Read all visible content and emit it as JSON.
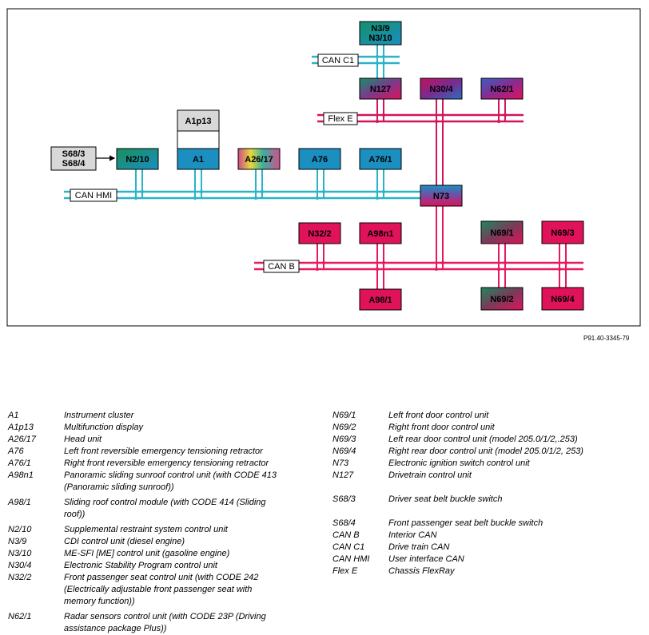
{
  "colors": {
    "can_c1": "#2bb3c7",
    "flex_e": "#d4145a",
    "can_hmi": "#2bb3c7",
    "can_b": "#e8185e",
    "red_box": "#e0125a",
    "blue_box": "#1a8fc0",
    "green_box": "#15906c",
    "grey_box": "#d8d8d8"
  },
  "boxes": {
    "N3_9": "N3/9",
    "N3_10": "N3/10",
    "N127": "N127",
    "N30_4": "N30/4",
    "N62_1": "N62/1",
    "A1p13": "A1p13",
    "S68_3": "S68/3",
    "S68_4": "S68/4",
    "N2_10": "N2/10",
    "A1": "A1",
    "A26_17": "A26/17",
    "A76": "A76",
    "A76_1": "A76/1",
    "N73": "N73",
    "N32_2": "N32/2",
    "A98n1": "A98n1",
    "N69_1": "N69/1",
    "N69_3": "N69/3",
    "A98_1": "A98/1",
    "N69_2": "N69/2",
    "N69_4": "N69/4"
  },
  "buses": {
    "can_c1": "CAN C1",
    "flex_e": "Flex E",
    "can_hmi": "CAN HMI",
    "can_b": "CAN B"
  },
  "figure_ref": "P91.40-3345-79",
  "legend_left": [
    {
      "code": "A1",
      "desc": [
        "Instrument cluster"
      ]
    },
    {
      "code": "A1p13",
      "desc": [
        "Multifunction display"
      ]
    },
    {
      "code": "A26/17",
      "desc": [
        "Head unit"
      ]
    },
    {
      "code": "A76",
      "desc": [
        "Left front reversible emergency tensioning retractor"
      ]
    },
    {
      "code": "A76/1",
      "desc": [
        "Right front reversible emergency tensioning retractor"
      ]
    },
    {
      "code": "A98n1",
      "desc": [
        "Panoramic sliding sunroof control unit (with CODE 413",
        "(Panoramic sliding sunroof))"
      ]
    },
    {
      "code": "A98/1",
      "desc": [
        "Sliding roof control module (with CODE 414 (Sliding",
        "roof))"
      ]
    },
    {
      "code": "N2/10",
      "desc": [
        "Supplemental restraint system control unit"
      ]
    },
    {
      "code": "N3/9",
      "desc": [
        "CDI control unit (diesel engine)"
      ]
    },
    {
      "code": "N3/10",
      "desc": [
        "ME-SFI [ME] control unit (gasoline engine)"
      ]
    },
    {
      "code": "N30/4",
      "desc": [
        "Electronic Stability Program control unit"
      ]
    },
    {
      "code": "N32/2",
      "desc": [
        "Front passenger seat control unit (with CODE 242",
        "(Electrically adjustable front passenger seat with",
        "memory function))"
      ]
    },
    {
      "code": "N62/1",
      "desc": [
        "Radar sensors control unit (with CODE 23P (Driving",
        "assistance package Plus))"
      ]
    }
  ],
  "legend_right": [
    {
      "code": "N69/1",
      "desc": [
        "Left front door control unit"
      ]
    },
    {
      "code": "N69/2",
      "desc": [
        "Right front door control unit"
      ]
    },
    {
      "code": "N69/3",
      "desc": [
        "Left rear door control unit (model 205.0/1/2,.253)"
      ]
    },
    {
      "code": "N69/4",
      "desc": [
        "Right rear door control unit (model 205.0/1/2, 253)"
      ]
    },
    {
      "code": "N73",
      "desc": [
        "Electronic ignition switch control unit"
      ]
    },
    {
      "code": "N127",
      "desc": [
        "Drivetrain control unit"
      ]
    },
    {
      "code": "S68/3",
      "desc": [
        "Driver seat belt buckle switch"
      ]
    },
    {
      "code": "S68/4",
      "desc": [
        "Front passenger seat belt buckle switch"
      ]
    },
    {
      "code": "CAN B",
      "desc": [
        "Interior CAN"
      ]
    },
    {
      "code": "CAN C1",
      "desc": [
        "Drive train CAN"
      ]
    },
    {
      "code": "CAN HMI",
      "desc": [
        "User interface CAN"
      ]
    },
    {
      "code": "Flex E",
      "desc": [
        "Chassis FlexRay"
      ]
    }
  ]
}
